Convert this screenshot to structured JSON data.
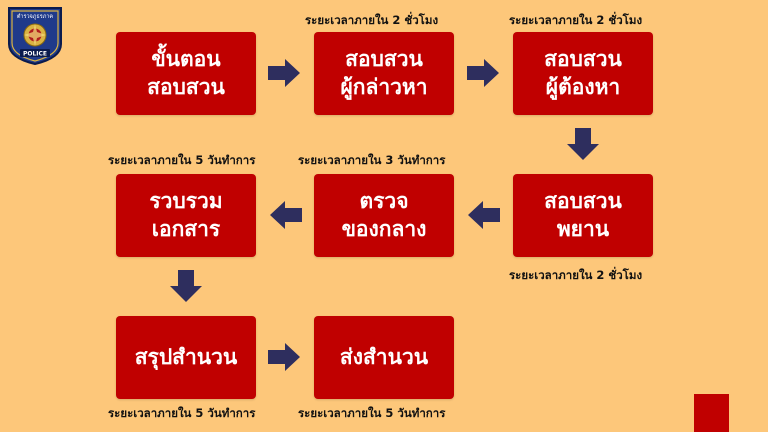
{
  "logo": {
    "top_text": "ตำรวจภูธรภาค",
    "bottom_text": "POLICE"
  },
  "steps": [
    {
      "lines": [
        "ขั้นตอน",
        "สอบสวน"
      ]
    },
    {
      "lines": [
        "สอบสวน",
        "ผู้กล่าวหา"
      ]
    },
    {
      "lines": [
        "สอบสวน",
        "ผู้ต้องหา"
      ]
    },
    {
      "lines": [
        "สอบสวน",
        "พยาน"
      ]
    },
    {
      "lines": [
        "ตรวจ",
        "ของกลาง"
      ]
    },
    {
      "lines": [
        "รวบรวม",
        "เอกสาร"
      ]
    },
    {
      "lines": [
        "สรุปสำนวน"
      ]
    },
    {
      "lines": [
        "ส่งสำนวน"
      ]
    }
  ],
  "notes": {
    "n1": "ระยะเวลาภายใน 2 ชั่วโมง",
    "n2": "ระยะเวลาภายใน 2 ชั่วโมง",
    "n3": "ระยะเวลาภายใน 5 วันทำการ",
    "n4": "ระยะเวลาภายใน 3 วันทำการ",
    "n5": "ระยะเวลาภายใน 2 ชั่วโมง",
    "n6": "ระยะเวลาภายใน 5 วันทำการ",
    "n7": "ระยะเวลาภายใน 5 วันทำการ"
  },
  "colors": {
    "background": "#FDC77A",
    "box": "#C00000",
    "arrow": "#2E2E5E"
  }
}
